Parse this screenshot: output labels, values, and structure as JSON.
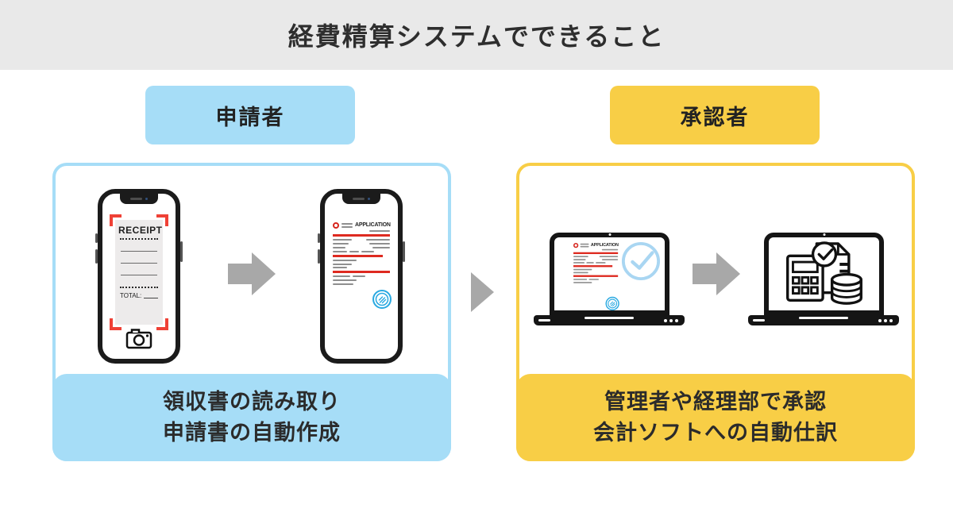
{
  "header": {
    "title": "経費精算システムでできること"
  },
  "roles": {
    "applicant": "申請者",
    "approver": "承認者"
  },
  "captions": {
    "applicant_line1": "領収書の読み取り",
    "applicant_line2": "申請書の自動作成",
    "approver_line1": "管理者や経理部で承認",
    "approver_line2": "会計ソフトへの自動仕訳"
  },
  "receipt": {
    "title": "RECEIPT",
    "total_label": "TOTAL:"
  },
  "application": {
    "title": "APPLICATION"
  },
  "colors": {
    "applicant_accent": "#A6DDF7",
    "approver_accent": "#F8CE46",
    "header_bg": "#E9E9E9",
    "arrow_gray": "#A8A8A8",
    "scan_red": "#EF4136",
    "stamp_blue": "#29A9E1",
    "check_blue": "#A9D6F2",
    "text_dark": "#2E2E2E"
  }
}
